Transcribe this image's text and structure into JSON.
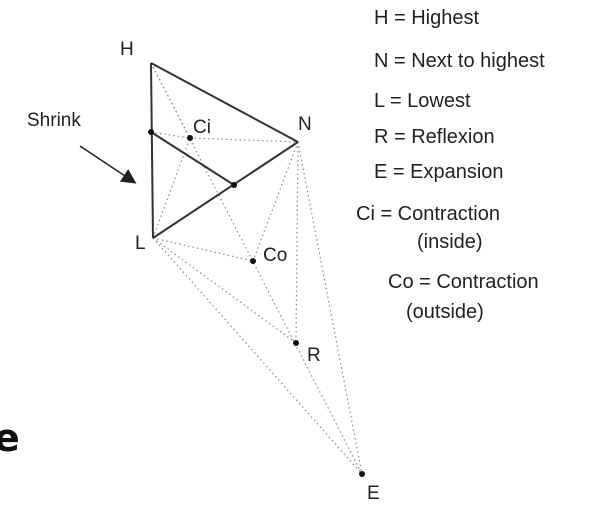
{
  "points": {
    "H": "H",
    "N": "N",
    "L": "L",
    "Ci": "Ci",
    "Co": "Co",
    "R": "R",
    "E": "E"
  },
  "shrink_label": "Shrink",
  "legend": [
    "H = Highest",
    "N = Next to highest",
    "L = Lowest",
    "R = Reflexion",
    "E = Expansion",
    "Ci = Contraction",
    "(inside)",
    "Co = Contraction",
    "(outside)"
  ],
  "edge_glyph": "e",
  "colors": {
    "line": "#333333",
    "dotted": "#8a8a8a",
    "text": "#222222"
  }
}
